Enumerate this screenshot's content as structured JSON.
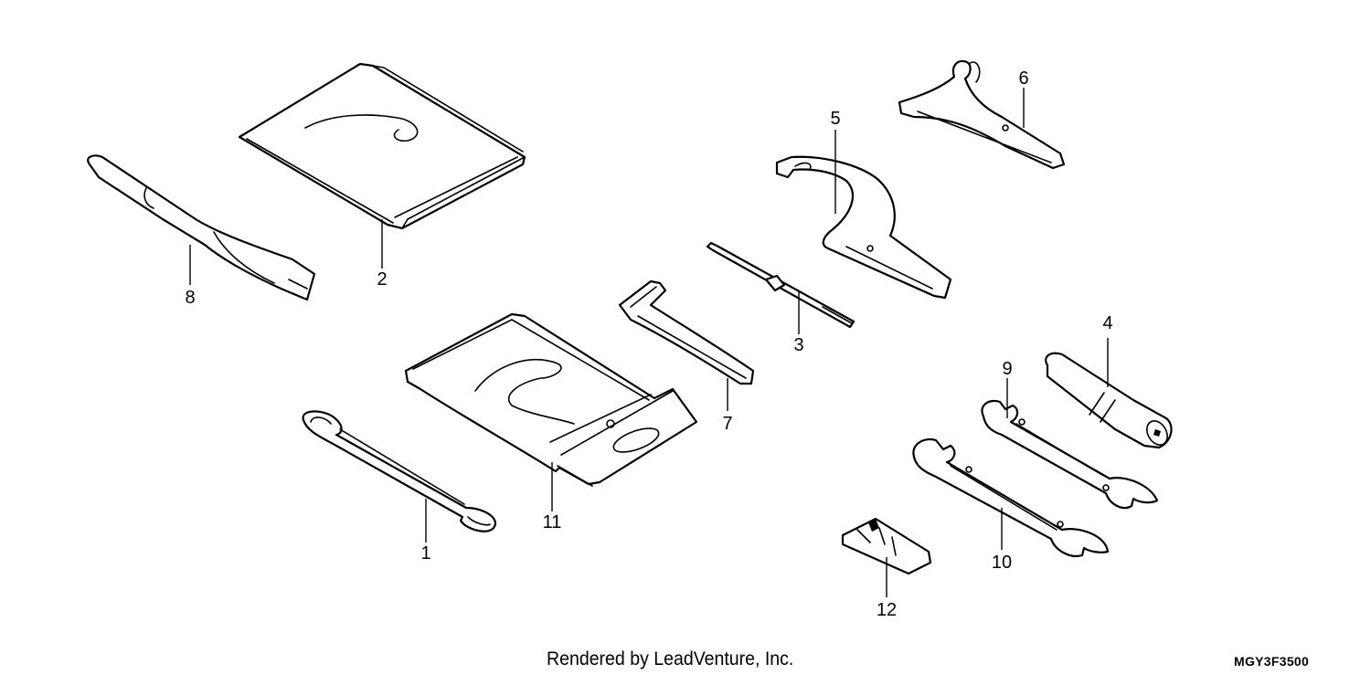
{
  "diagram": {
    "callouts": {
      "c1": "1",
      "c2": "2",
      "c3": "3",
      "c4": "4",
      "c5": "5",
      "c6": "6",
      "c7": "7",
      "c8": "8",
      "c9": "9",
      "c10": "10",
      "c11": "11",
      "c12": "12"
    }
  },
  "footer": {
    "credit": "Rendered by LeadVenture, Inc.",
    "code": "MGY3F3500"
  }
}
